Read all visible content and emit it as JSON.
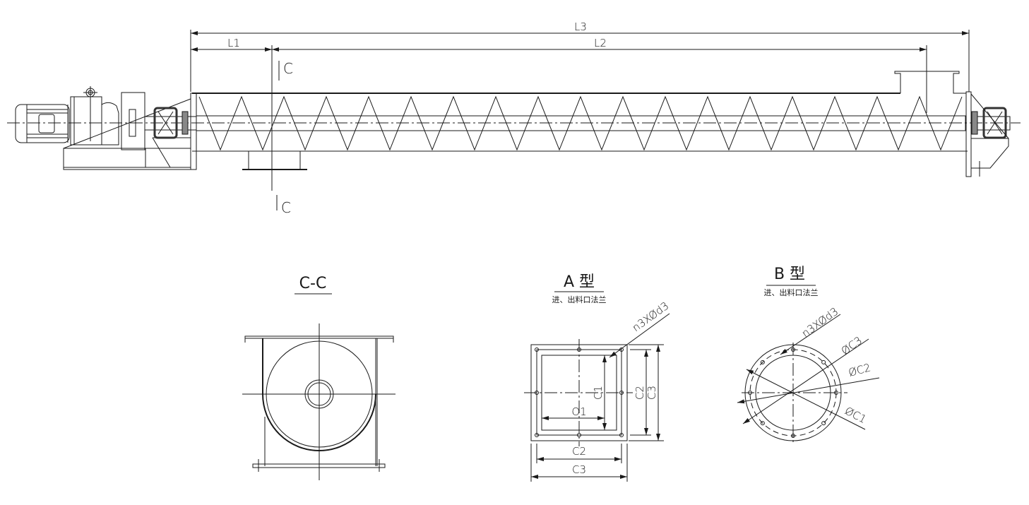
{
  "main_view": {
    "dims": {
      "l3": "L3",
      "l1": "L1",
      "l2": "L2"
    },
    "section_mark_top": "C",
    "section_mark_bottom": "C"
  },
  "section_cc": {
    "title": "C-C"
  },
  "type_a": {
    "title": "A 型",
    "subtitle": "进、出料口法兰",
    "labels": {
      "c1": "C1",
      "o1": "O1",
      "c2_v": "C2",
      "c3_v": "C3",
      "c2_h": "C2",
      "c3_h": "C3",
      "holes": "n3XØd3"
    }
  },
  "type_b": {
    "title": "B 型",
    "subtitle": "进、出料口法兰",
    "labels": {
      "holes": "n3XØd3",
      "c3": "ØC3",
      "c2": "ØC2",
      "c1": "ØC1"
    }
  }
}
